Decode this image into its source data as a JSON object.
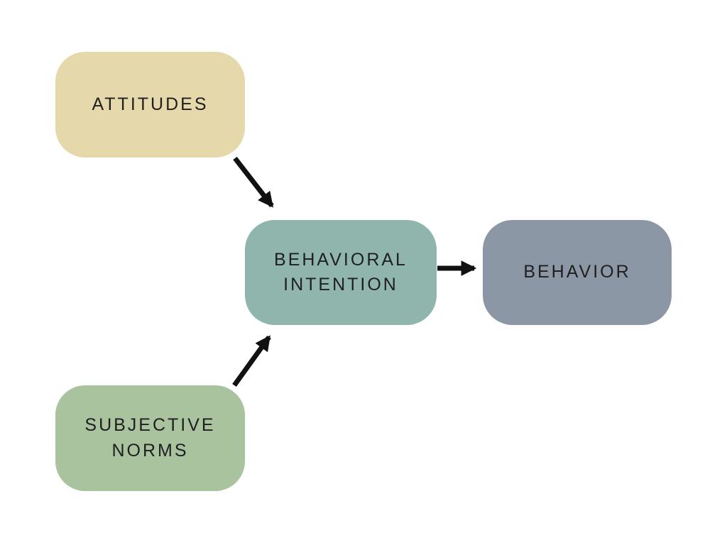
{
  "diagram": {
    "background_color": "#ffffff",
    "text_color": "#1f1f1f",
    "arrow_color": "#111111",
    "nodes": [
      {
        "id": "attitudes",
        "label": "ATTITUDES",
        "color": "#e5d9ac"
      },
      {
        "id": "behavioral-intention",
        "label": "BEHAVIORAL INTENTION",
        "color": "#90b5ac"
      },
      {
        "id": "behavior",
        "label": "BEHAVIOR",
        "color": "#8c97a6"
      },
      {
        "id": "subjective-norms",
        "label": "SUBJECTIVE NORMS",
        "color": "#a8c39e"
      }
    ],
    "edges": [
      {
        "from": "attitudes",
        "to": "behavioral-intention"
      },
      {
        "from": "subjective-norms",
        "to": "behavioral-intention"
      },
      {
        "from": "behavioral-intention",
        "to": "behavior"
      }
    ]
  }
}
